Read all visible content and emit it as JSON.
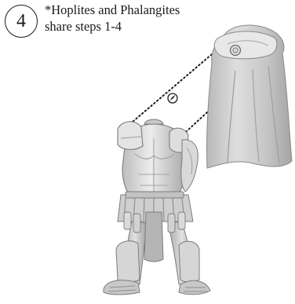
{
  "step": {
    "number": "4",
    "note_line1": "*Hoplites and Phalangites",
    "note_line2": "share steps 1-4"
  },
  "illustration": {
    "figure": "armored-warrior-torso-and-legs",
    "part": "cape",
    "connector": "dotted-assembly-lines",
    "attach_marker": "glue-drop-icon",
    "colors": {
      "model_light": "#e6e6e6",
      "model_mid": "#c4c4c4",
      "model_dark": "#8f8f8f",
      "outline": "#6e6e6e",
      "dotted_line": "#1a1a1a"
    }
  }
}
